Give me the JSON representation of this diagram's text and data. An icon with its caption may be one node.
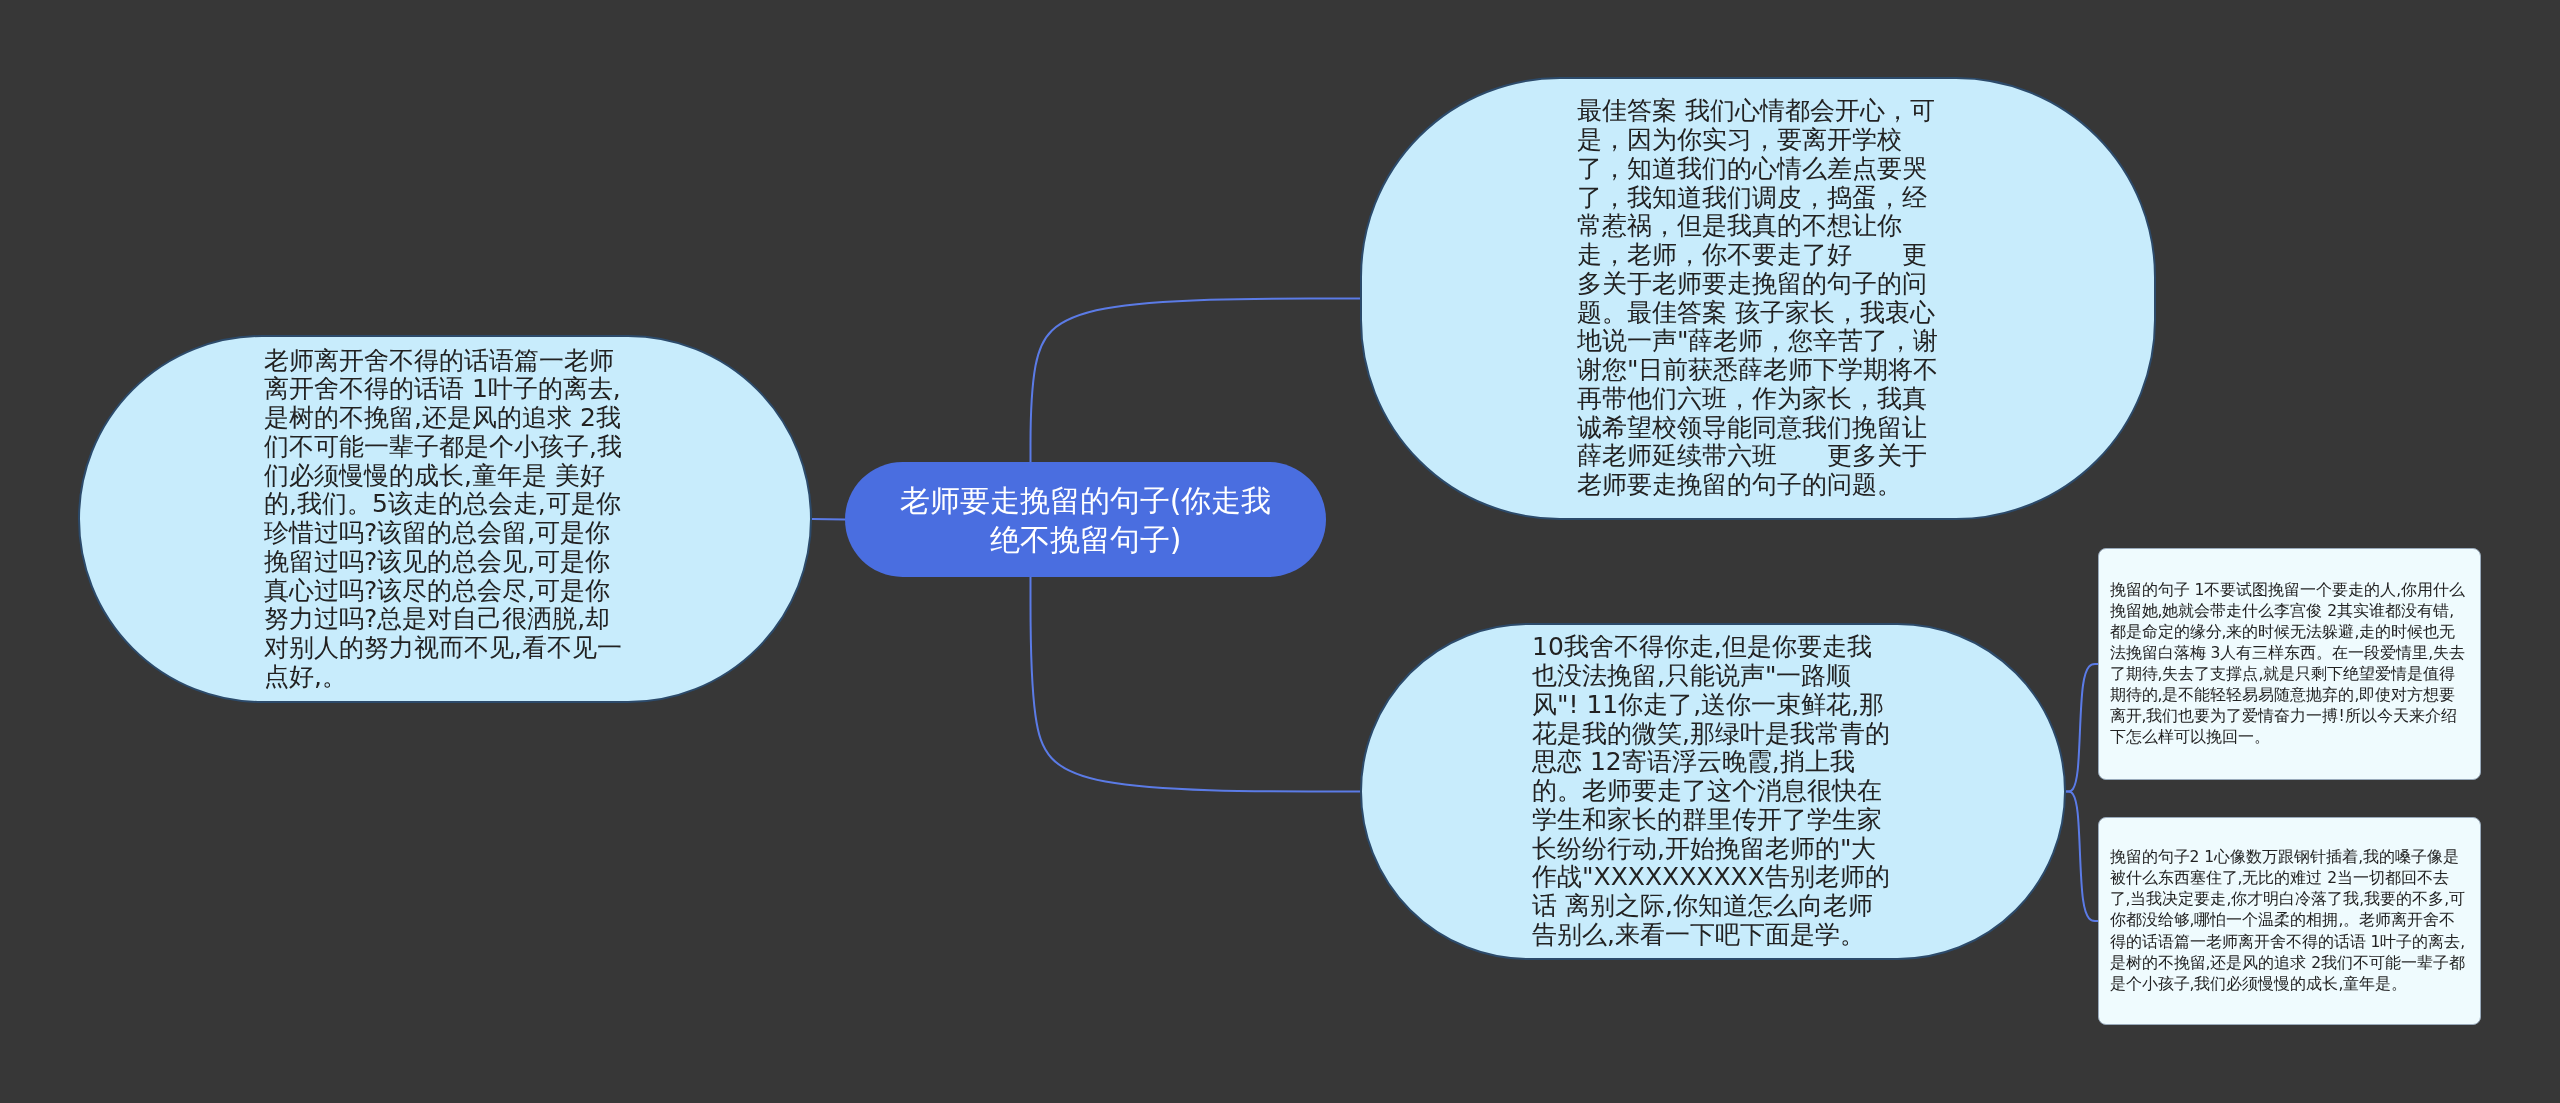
{
  "diagram": {
    "nodes": [
      {
        "text": [
          "老师要走挽留的句子(你走我绝不挽留句子)"
        ]
      },
      {
        "text": [
          "老师离开舍不得的话语篇一老师离开舍不得的话语 1叶子的离去,是树的不挽留,还是风的追求 2我们不可能一辈子都是个小孩子,我们必须慢慢的成长,童年是 美好的,我们。5该走的总会走,可是你珍惜过吗?该留的总会留,可是你挽留过吗?该见的总会见,可是你真心过吗?该尽的总会尽,可是你努力过吗?总是对自己很洒脱,却对别人的努力视而不见,看不见一点好,。"
        ]
      },
      {
        "text": [
          "最佳答案 我们心情都会开心，可是，因为你实习，要离开学校了，知道我们的心情么差点要哭了，我知道我们调皮，捣蛋，经常惹祸，但是我真的不想让你走，老师，你不要走了好　　更多关于老师要走挽留的句子的问题。最佳答案 孩子家长，我衷心地说一声\"薛老师，您辛苦了，谢谢您\"日前获悉薛老师下学期将不再带他们六班，作为家长，我真诚希望校领导能同意我们挽留让薛老师延续带六班　　更多关于老师要走挽留的句子的问题。"
        ]
      },
      {
        "text": [
          "10我舍不得你走,但是你要走我也没法挽留,只能说声\"一路顺风\"! 11你走了,送你一束鲜花,那花是我的微笑,那绿叶是我常青的思恋 12寄语浮云晚霞,捎上我的。老师要走了这个消息很快在学生和家长的群里传开了学生家长纷纷行动,开始挽留老师的\"大作战\"XXXXXXXXXX告别老师的话 离别之际,你知道怎么向老师告别么,来看一下吧下面是学。"
        ]
      },
      {
        "text": [
          "挽留的句子 1不要试图挽留一个要走的人,你用什么挽留她,她就会带走什么李宫俊 2其实谁都没有错,都是命定的缘分,来的时候无法躲避,走的时候也无法挽留白落梅 3人有三样东西。在一段爱情里,失去了期待,失去了支撑点,就是只剩下绝望爱情是值得期待的,是不能轻轻易易随意抛弃的,即使对方想要离开,我们也要为了爱情奋力一搏!所以今天来介绍下怎么样可以挽回一。"
        ]
      },
      {
        "text": [
          "挽留的句子2 1心像数万跟钢针插着,我的嗓子像是被什么东西塞住了,无比的难过 2当一切都回不去了,当我决定要走,你才明白冷落了我,我要的不多,可你都没给够,哪怕一个温柔的相拥,。老师离开舍不得的话语篇一老师离开舍不得的话语 1叶子的离去,是树的不挽留,还是风的追求 2我们不可能一辈子都是个小孩子,我们必须慢慢的成长,童年是。"
        ]
      }
    ],
    "edges": [
      {
        "from": 0,
        "to": 1,
        "arrow": "none"
      },
      {
        "from": 0,
        "to": 2,
        "arrow": "none"
      },
      {
        "from": 0,
        "to": 3,
        "arrow": "none"
      },
      {
        "from": 3,
        "to": 4,
        "arrow": "none"
      },
      {
        "from": 3,
        "to": 5,
        "arrow": "none"
      }
    ]
  }
}
